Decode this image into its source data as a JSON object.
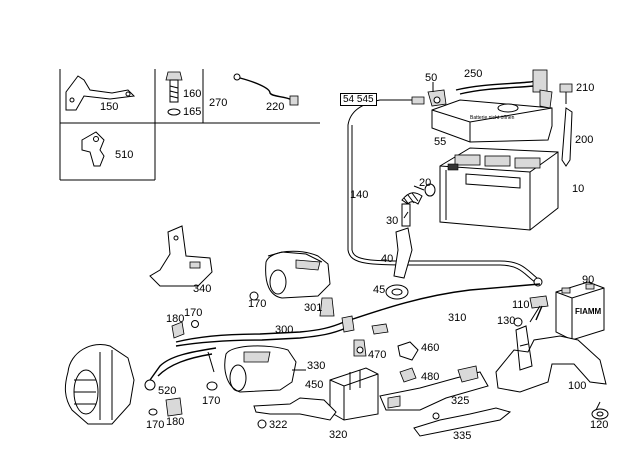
{
  "reference_box": "54 545",
  "brand_label": "FIAMM",
  "battery_cover_text": "Batterie nicht öffnen",
  "callouts": [
    {
      "key": "150",
      "text": "150"
    },
    {
      "key": "160",
      "text": "160"
    },
    {
      "key": "165",
      "text": "165"
    },
    {
      "key": "270",
      "text": "270"
    },
    {
      "key": "220",
      "text": "220"
    },
    {
      "key": "510",
      "text": "510"
    },
    {
      "key": "50",
      "text": "50"
    },
    {
      "key": "250",
      "text": "250"
    },
    {
      "key": "210",
      "text": "210"
    },
    {
      "key": "55",
      "text": "55"
    },
    {
      "key": "200",
      "text": "200"
    },
    {
      "key": "20",
      "text": "20"
    },
    {
      "key": "140",
      "text": "140"
    },
    {
      "key": "10",
      "text": "10"
    },
    {
      "key": "30",
      "text": "30"
    },
    {
      "key": "40",
      "text": "40"
    },
    {
      "key": "45",
      "text": "45"
    },
    {
      "key": "340",
      "text": "340"
    },
    {
      "key": "170a",
      "text": "170"
    },
    {
      "key": "301",
      "text": "301"
    },
    {
      "key": "310",
      "text": "310"
    },
    {
      "key": "90",
      "text": "90"
    },
    {
      "key": "110",
      "text": "110"
    },
    {
      "key": "130",
      "text": "130"
    },
    {
      "key": "180a",
      "text": "180"
    },
    {
      "key": "170b",
      "text": "170"
    },
    {
      "key": "300",
      "text": "300"
    },
    {
      "key": "460",
      "text": "460"
    },
    {
      "key": "470",
      "text": "470"
    },
    {
      "key": "480",
      "text": "480"
    },
    {
      "key": "330",
      "text": "330"
    },
    {
      "key": "450",
      "text": "450"
    },
    {
      "key": "520",
      "text": "520"
    },
    {
      "key": "170c",
      "text": "170"
    },
    {
      "key": "325",
      "text": "325"
    },
    {
      "key": "100",
      "text": "100"
    },
    {
      "key": "322",
      "text": "322"
    },
    {
      "key": "320",
      "text": "320"
    },
    {
      "key": "335",
      "text": "335"
    },
    {
      "key": "170d",
      "text": "170"
    },
    {
      "key": "180b",
      "text": "180"
    },
    {
      "key": "120",
      "text": "120"
    }
  ]
}
